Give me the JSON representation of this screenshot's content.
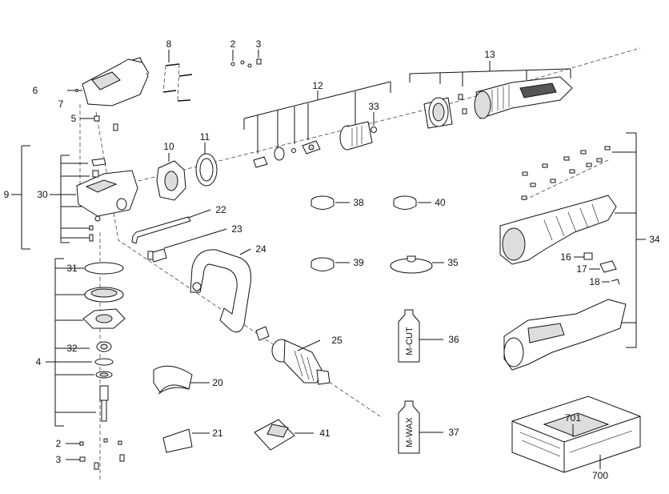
{
  "callouts": {
    "c2a": "2",
    "c3a": "3",
    "c8": "8",
    "c6": "6",
    "c7": "7",
    "c5": "5",
    "c13": "13",
    "c12": "12",
    "c33": "33",
    "c10": "10",
    "c11": "11",
    "c9": "9",
    "c30": "30",
    "c22": "22",
    "c23": "23",
    "c24": "24",
    "c38": "38",
    "c40": "40",
    "c39": "39",
    "c35": "35",
    "c34": "34",
    "c16": "16",
    "c17": "17",
    "c18": "18",
    "c31": "31",
    "c4": "4",
    "c32": "32",
    "c20": "20",
    "c25": "25",
    "c36": "36",
    "c37": "37",
    "c21": "21",
    "c41": "41",
    "c2b": "2",
    "c3b": "3",
    "c701": "701",
    "c700": "700"
  },
  "bottle_labels": {
    "m_cut": "M-CUT",
    "m_wax": "M-WAX"
  }
}
